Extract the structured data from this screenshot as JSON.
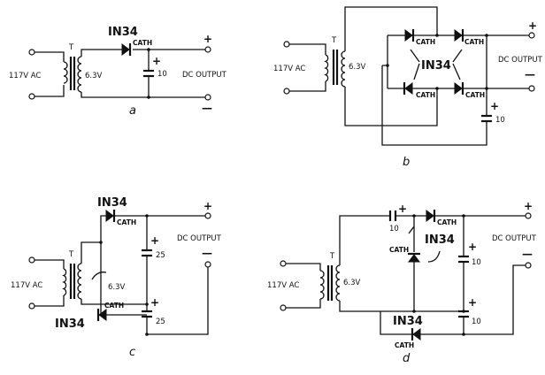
{
  "figure": {
    "a": {
      "transformer_label": "T",
      "ac_label": "117V AC",
      "secondary_label": "6.3V",
      "diode_label": "IN34",
      "cathode_label": "CATH",
      "cap_plus": "+",
      "cap_value": "10",
      "output_label": "DC OUTPUT",
      "plus_sign": "+",
      "minus_sign": "—",
      "caption": "a"
    },
    "b": {
      "transformer_label": "T",
      "ac_label": "117V AC",
      "secondary_label": "6.3V",
      "diode_label": "IN34",
      "cathode_labels": [
        "CATH",
        "CATH",
        "CATH",
        "CATH"
      ],
      "cap_plus": "+",
      "cap_value": "10",
      "output_label": "DC OUTPUT",
      "plus_sign": "+",
      "minus_sign": "—",
      "caption": "b"
    },
    "c": {
      "transformer_label": "T",
      "ac_label": "117V AC",
      "secondary_label": "6.3V",
      "diode_top_label": "IN34",
      "diode_bottom_label": "IN34",
      "cathode_top": "CATH",
      "cathode_bottom": "CATH",
      "cap_top_plus": "+",
      "cap_top_value": "25",
      "cap_bottom_plus": "+",
      "cap_bottom_value": "25",
      "output_label": "DC OUTPUT",
      "plus_sign": "+",
      "minus_sign": "—",
      "caption": "c"
    },
    "d": {
      "transformer_label": "T",
      "ac_label": "117V AC",
      "secondary_label": "6.3V",
      "diode_mid_label": "IN34",
      "diode_bottom_label": "IN34",
      "cathode_top": "CATH",
      "cathode_mid": "CATH",
      "cathode_bottom": "CATH",
      "cap_series_plus": "+",
      "cap_series_value": "10",
      "cap_right_top_plus": "+",
      "cap_right_top_value": "10",
      "cap_right_bottom_plus": "+",
      "cap_right_bottom_value": "10",
      "output_label": "DC OUTPUT",
      "plus_sign": "+",
      "minus_sign": "—",
      "caption": "d"
    }
  }
}
